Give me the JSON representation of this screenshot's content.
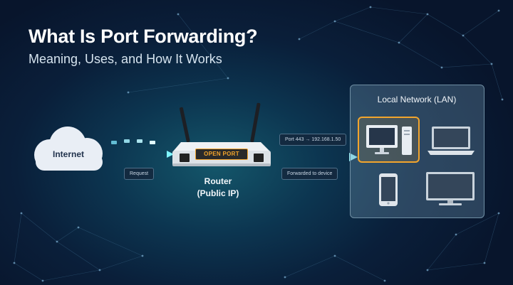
{
  "title": "What Is Port Forwarding?",
  "subtitle": "Meaning, Uses, and How It Works",
  "cloud": {
    "label": "Internet"
  },
  "flow": {
    "request_label": "Request",
    "port_rule": "Port 443 → 192.168.1.50",
    "forwarded_label": "Forwarded to device"
  },
  "router": {
    "port_label": "OPEN PORT",
    "name": "Router",
    "ip_label": "(Public IP)"
  },
  "lan": {
    "title": "Local Network (LAN)",
    "devices": [
      "desktop-pc",
      "laptop",
      "smartphone",
      "television"
    ]
  },
  "colors": {
    "accent": "#f3a52c",
    "arrow": "#4ff0ff",
    "panel": "#7096b0",
    "background": "#0a1f3a"
  },
  "icons": [
    "cloud-icon",
    "router-icon",
    "desktop-pc-icon",
    "laptop-icon",
    "smartphone-icon",
    "tv-icon"
  ]
}
